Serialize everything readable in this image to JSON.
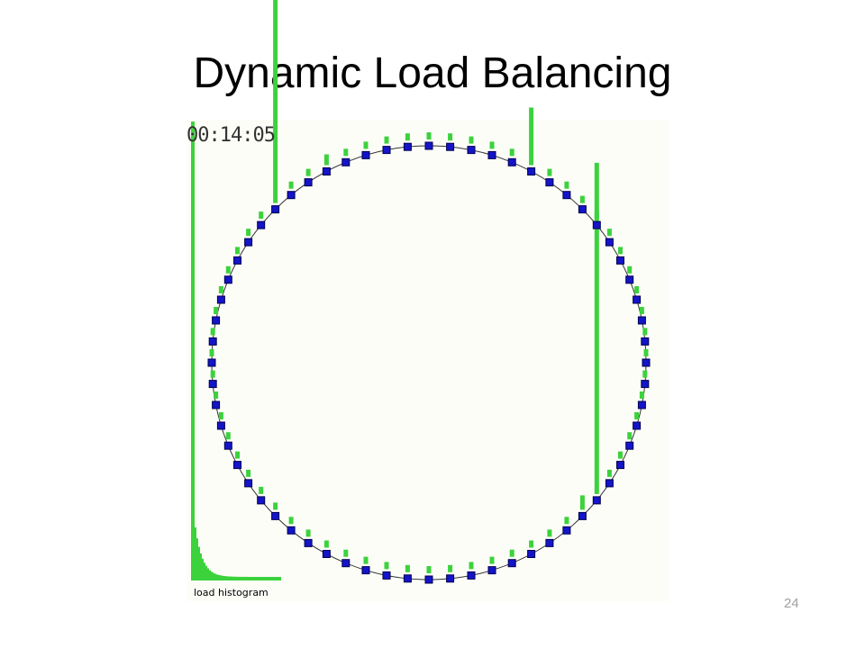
{
  "slide": {
    "title": "Dynamic Load Balancing",
    "timer": "00:14:05",
    "histogram_label": "load histogram",
    "page_number": "24"
  },
  "colors": {
    "panel_background": "#fdfdf8",
    "load_bar": "#3cd23c",
    "node": "#1414c8",
    "node_border": "#000050",
    "ring": "#333333"
  },
  "ring": {
    "node_count": 64,
    "node_loads": [
      1,
      1,
      1,
      1,
      1,
      1,
      1,
      1,
      1,
      1,
      1,
      1,
      1,
      1,
      1,
      1,
      1,
      1,
      1,
      1,
      1,
      1,
      1,
      1,
      1,
      1,
      1,
      1,
      1,
      1,
      1,
      1,
      1,
      1,
      1,
      1,
      1,
      1,
      1,
      1,
      1,
      1,
      1,
      1,
      1,
      1,
      1,
      1,
      1,
      1,
      1,
      1,
      1,
      1,
      1,
      1,
      1,
      1,
      1,
      1,
      1,
      1,
      1,
      1
    ],
    "spikes": [
      {
        "node": 7,
        "load": 46
      },
      {
        "node": 8,
        "load": 2
      },
      {
        "node": 40,
        "load": 57
      },
      {
        "node": 43,
        "load": 1.5
      },
      {
        "node": 53,
        "load": 8
      }
    ]
  }
}
